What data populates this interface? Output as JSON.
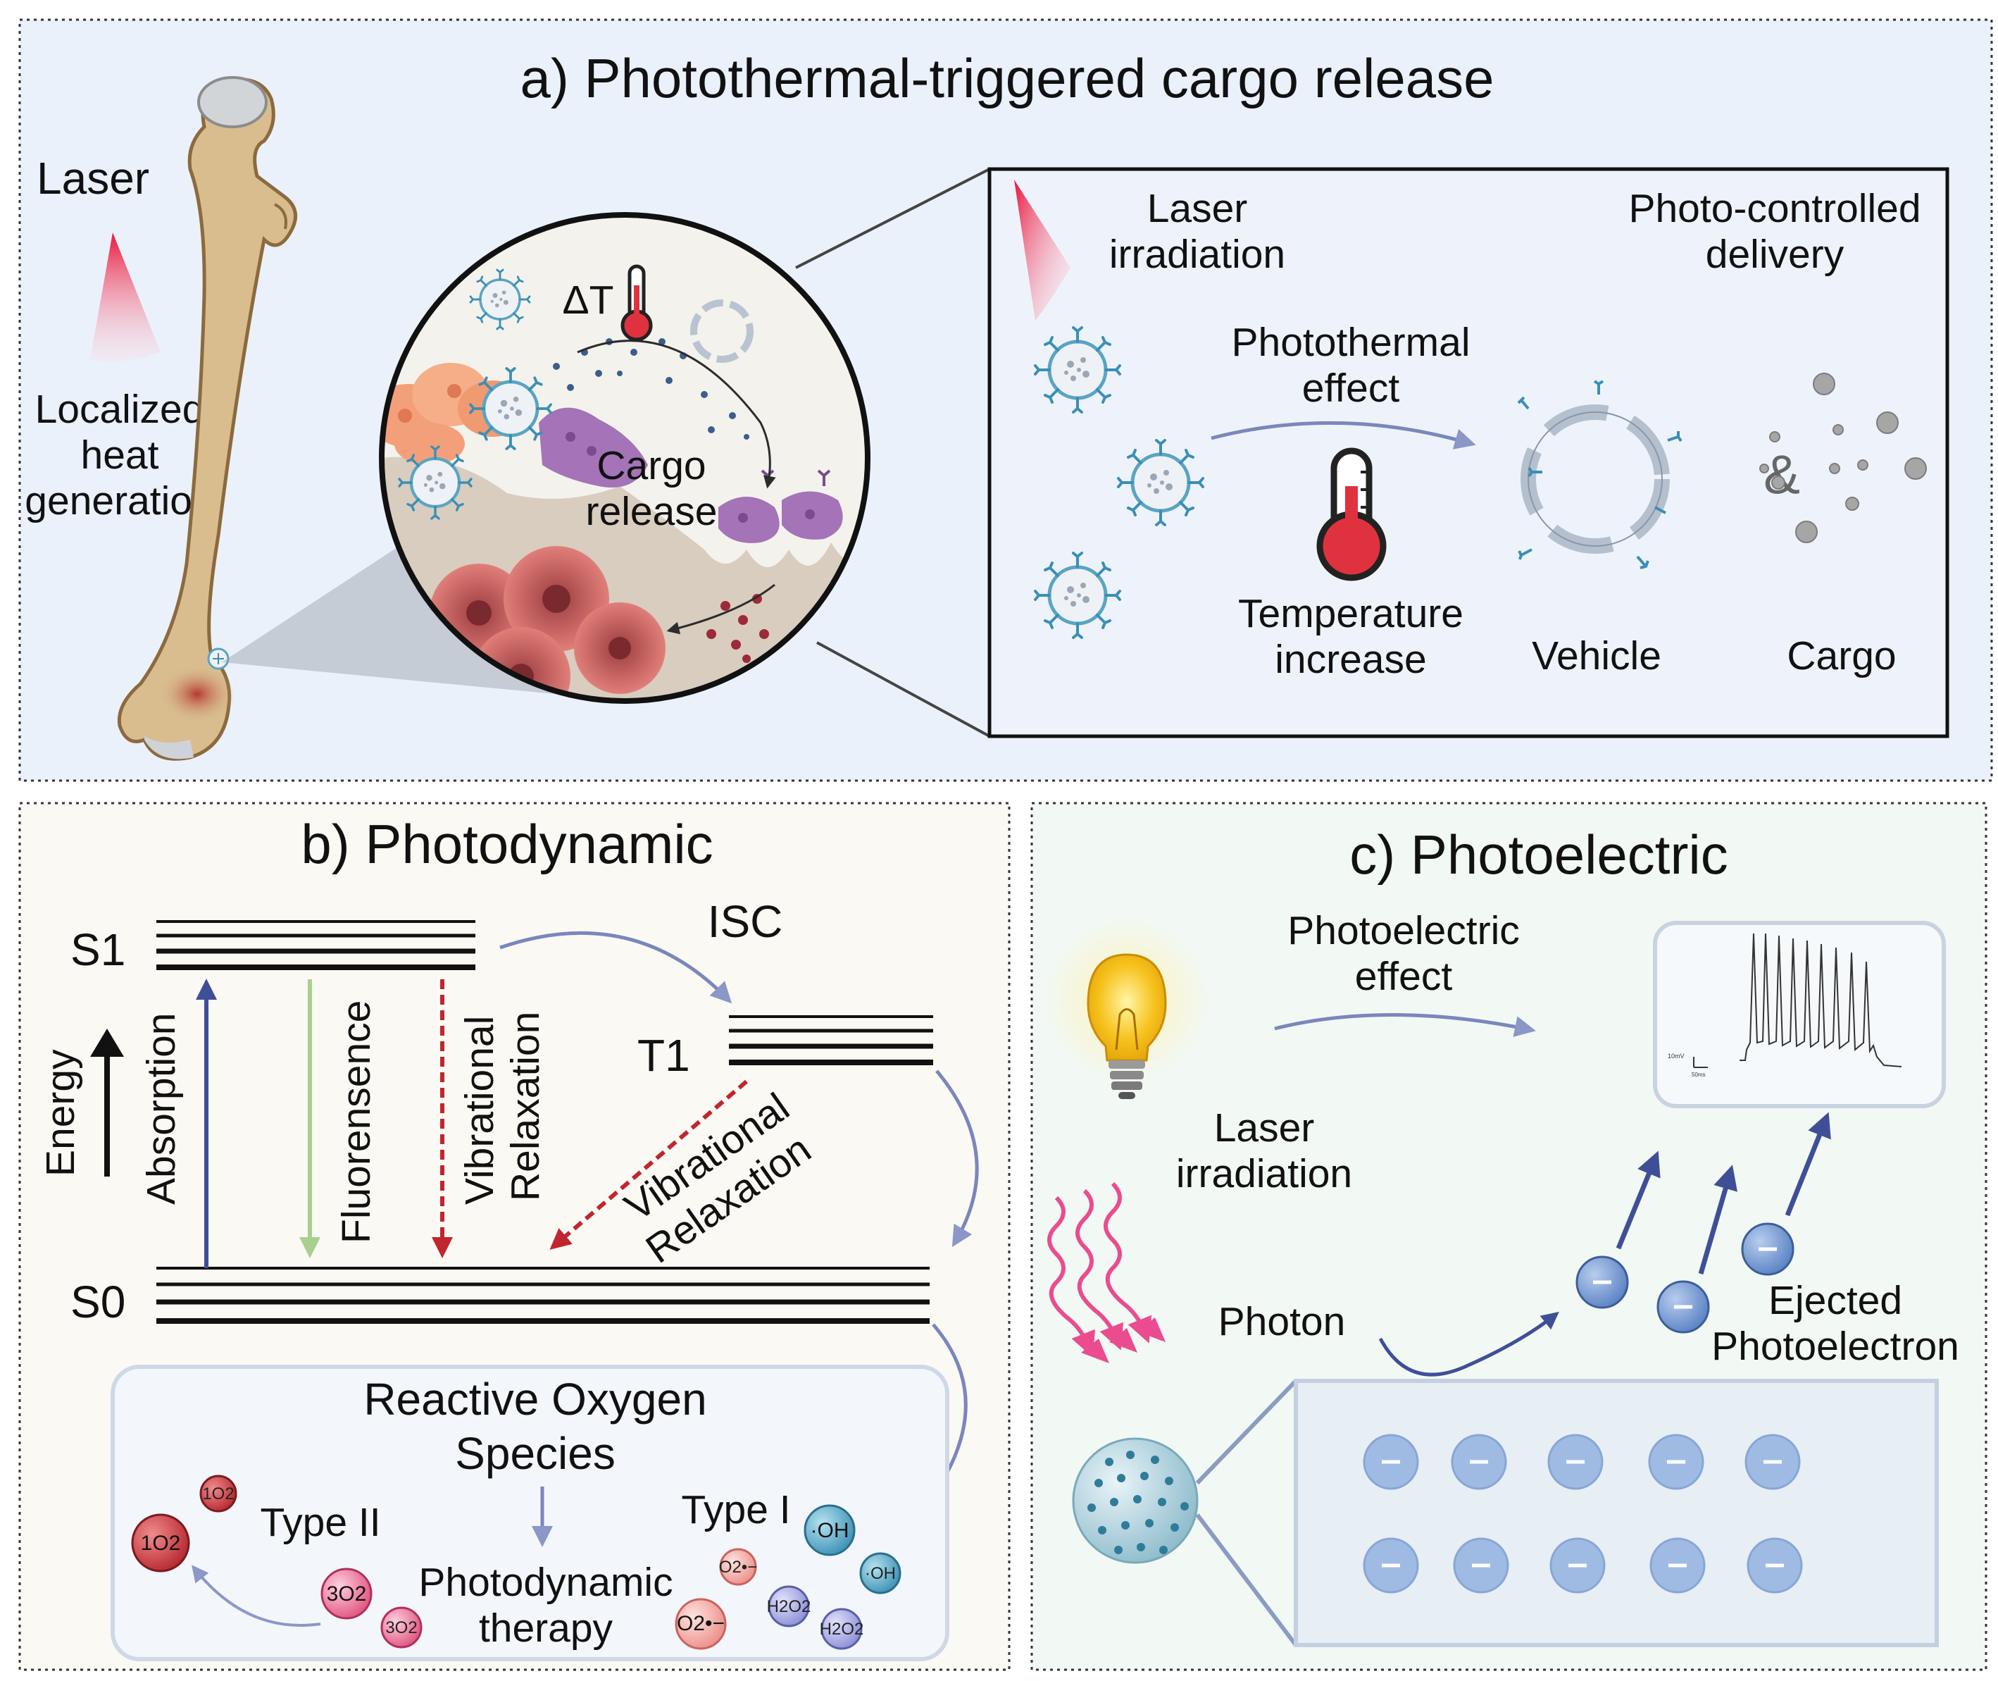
{
  "panel_a": {
    "title": "a)  Photothermal-triggered cargo release",
    "laser": "Laser",
    "localized": [
      "Localized",
      "heat",
      "generation"
    ],
    "delta_t": "ΔT",
    "cargo_release": [
      "Cargo",
      "release"
    ],
    "laser_irradiation": [
      "Laser",
      "irradiation"
    ],
    "photo_controlled": [
      "Photo-controlled",
      "delivery"
    ],
    "photothermal_effect": [
      "Photothermal",
      "effect"
    ],
    "temperature_increase": [
      "Temperature",
      "increase"
    ],
    "ampersand": "&",
    "vehicle": "Vehicle",
    "cargo": "Cargo"
  },
  "panel_b": {
    "title": "b)  Photodynamic",
    "s1": "S1",
    "s0": "S0",
    "t1": "T1",
    "isc": "ISC",
    "energy": "Energy",
    "absorption": "Absorption",
    "fluorescence": "Fluorensence",
    "vibrational_relaxation_1": [
      "Vibrational",
      "Relaxation"
    ],
    "vibrational_relaxation_2": [
      "Vibrational",
      "Relaxation"
    ],
    "ros_title": [
      "Reactive Oxygen",
      "Species"
    ],
    "type_ii": "Type II",
    "type_i": "Type I",
    "pdt": [
      "Photodynamic",
      "therapy"
    ],
    "molecules": {
      "singlet_o2": "1O2",
      "triplet_o2": "3O2",
      "superoxide": "O2•−",
      "hydroxyl": "·OH",
      "h2o2": "H2O2"
    }
  },
  "panel_c": {
    "title": "c)  Photoelectric",
    "photoelectric_effect": [
      "Photoelectric",
      "effect"
    ],
    "laser_irradiation": [
      "Laser",
      "irradiation"
    ],
    "photon": "Photon",
    "ejected": [
      "Ejected",
      "Photoelectron"
    ],
    "electron_symbol": "−",
    "trace_scale": [
      "10mV",
      "50ms"
    ]
  },
  "colors": {
    "panel_a_bg": "#eaf1fb",
    "panel_b_bg": "#fbf9f4",
    "panel_c_bg": "#f2f8f3",
    "laser_red": "#e8153b",
    "arrow_blue": "#3f4f97",
    "dashed_red": "#c0262e",
    "fluorescence_green": "#a9d08e",
    "electron_blue": "#6e95cf",
    "bone": "#d9bd8f"
  }
}
